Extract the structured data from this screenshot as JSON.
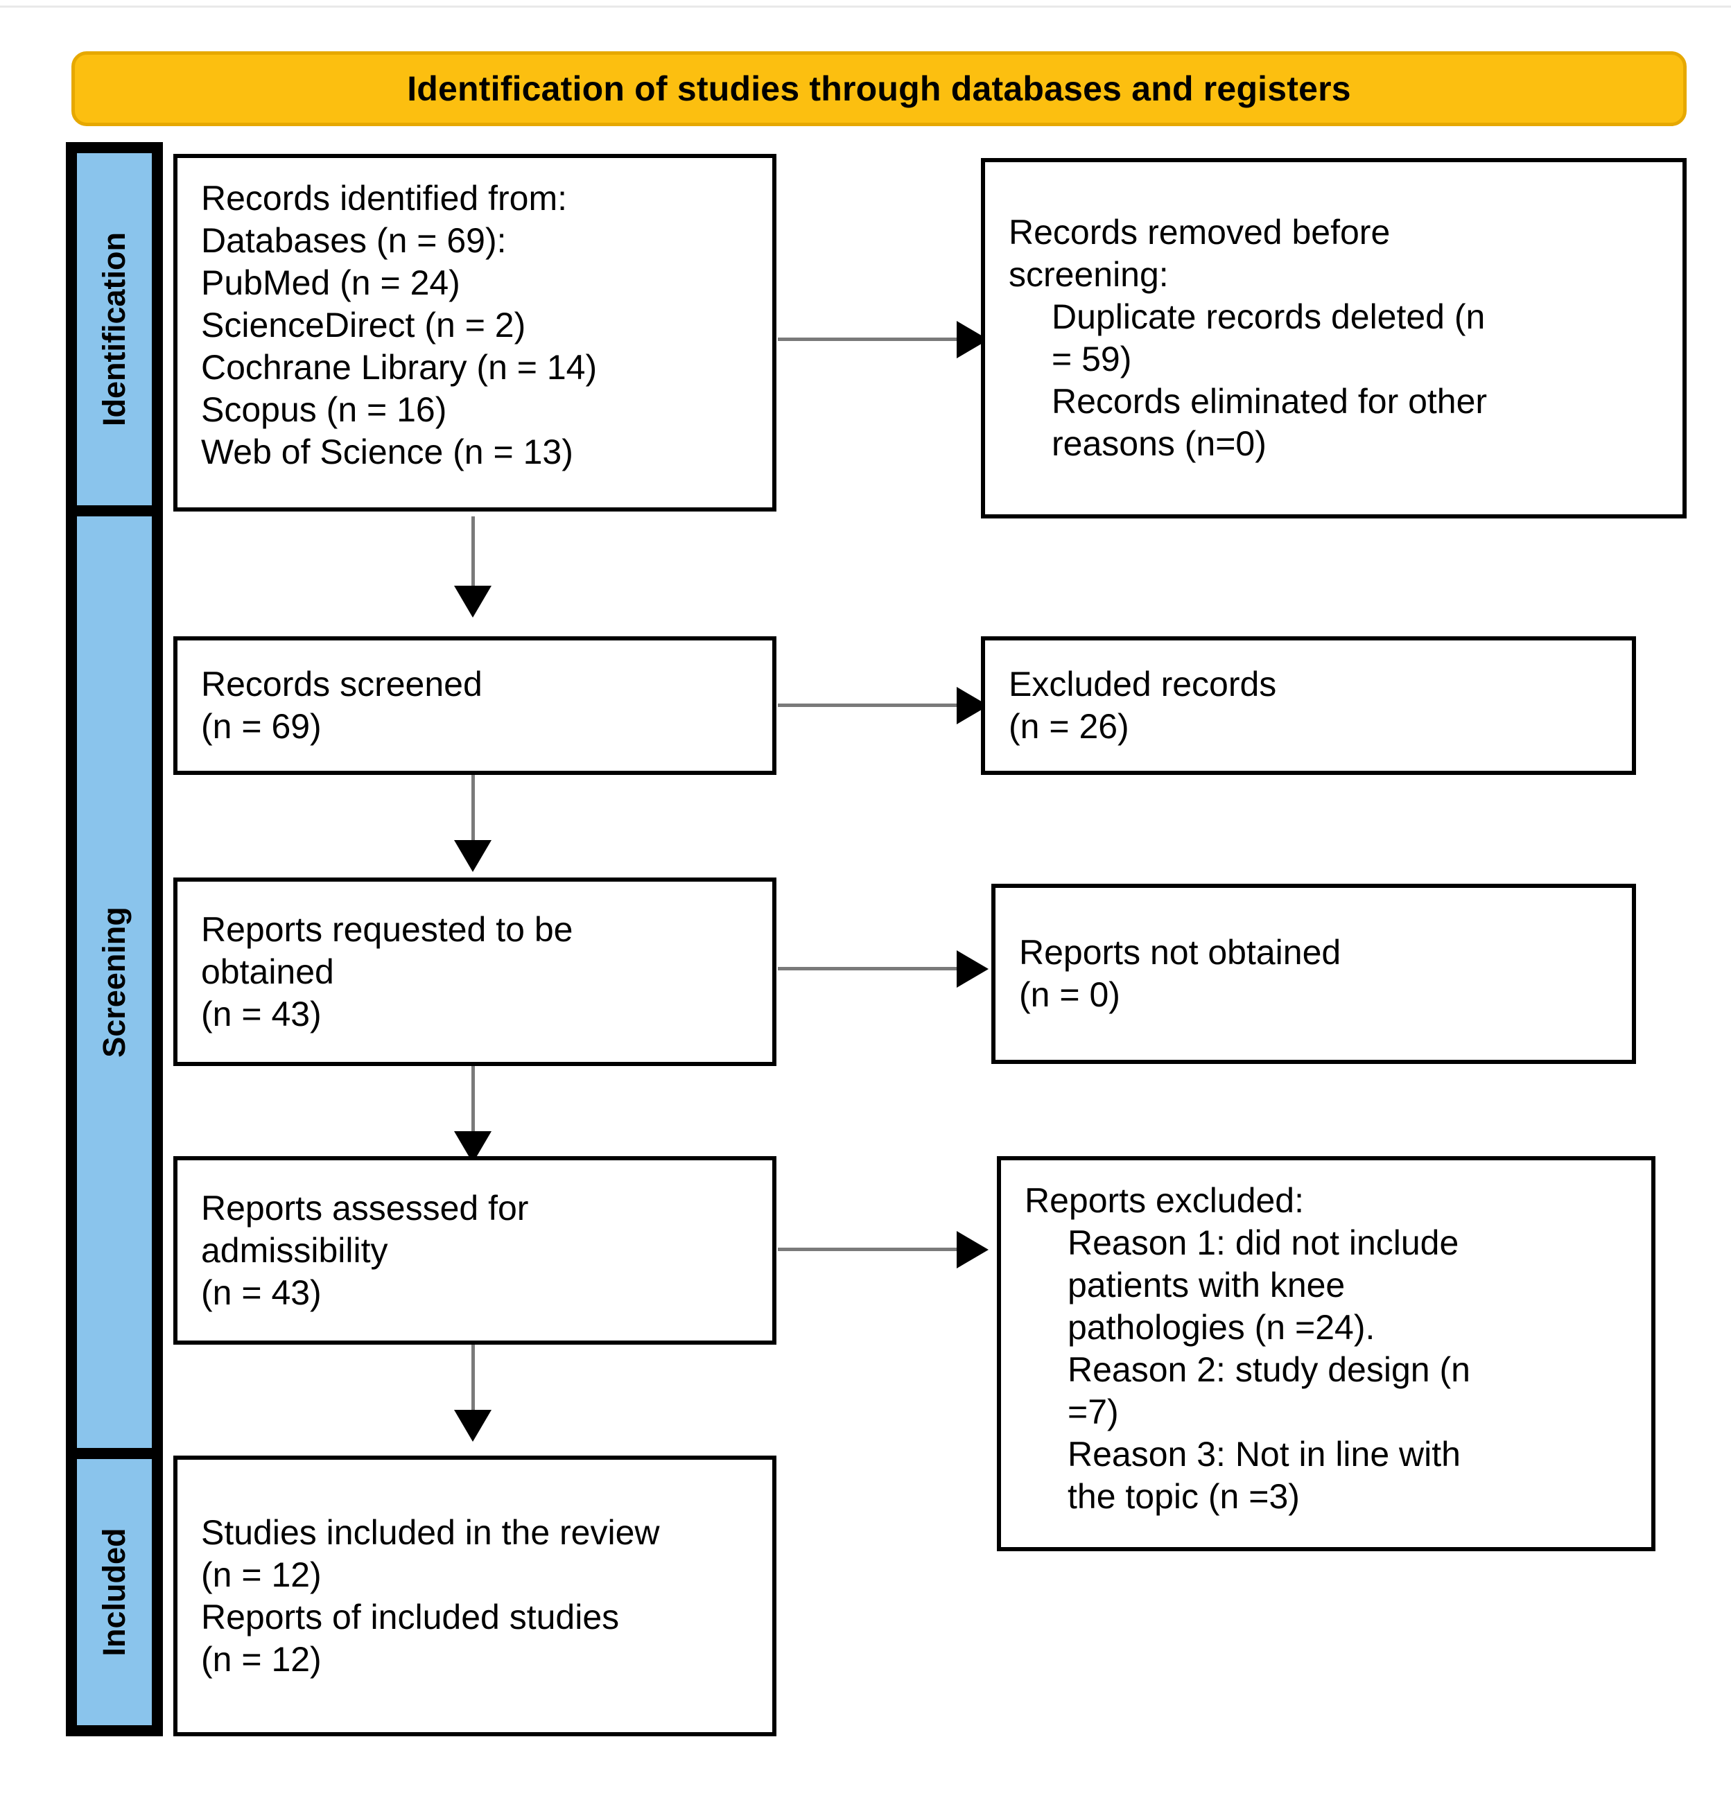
{
  "header": {
    "title": "Identification of studies through databases and registers"
  },
  "phases": [
    {
      "name": "identification",
      "label": "Identification"
    },
    {
      "name": "screening",
      "label": "Screening"
    },
    {
      "name": "included",
      "label": "Included"
    }
  ],
  "boxes": {
    "records_identified": {
      "name": "records-identified-box",
      "lines": [
        {
          "text": "Records identified from:",
          "indent": false
        },
        {
          "text": "Databases (n = 69):",
          "indent": false
        },
        {
          "text": "PubMed (n = 24)",
          "indent": false
        },
        {
          "text": "ScienceDirect (n = 2)",
          "indent": false
        },
        {
          "text": "Cochrane Library (n = 14)",
          "indent": false
        },
        {
          "text": "Scopus (n = 16)",
          "indent": false
        },
        {
          "text": "Web of Science (n = 13)",
          "indent": false
        }
      ]
    },
    "records_removed": {
      "name": "records-removed-box",
      "lines": [
        {
          "text": "Records removed before",
          "indent": false
        },
        {
          "text": "screening:",
          "indent": false
        },
        {
          "text": "Duplicate records deleted (n",
          "indent": true
        },
        {
          "text": "= 59)",
          "indent": true
        },
        {
          "text": "Records eliminated for other",
          "indent": true
        },
        {
          "text": "reasons (n=0)",
          "indent": true
        }
      ]
    },
    "records_screened": {
      "name": "records-screened-box",
      "lines": [
        {
          "text": "Records screened",
          "indent": false
        },
        {
          "text": "(n = 69)",
          "indent": false
        }
      ]
    },
    "excluded_records": {
      "name": "excluded-records-box",
      "lines": [
        {
          "text": "Excluded records",
          "indent": false
        },
        {
          "text": "(n = 26)",
          "indent": false
        }
      ]
    },
    "reports_requested": {
      "name": "reports-requested-box",
      "lines": [
        {
          "text": "Reports requested to be",
          "indent": false
        },
        {
          "text": "obtained",
          "indent": false
        },
        {
          "text": "(n = 43)",
          "indent": false
        }
      ]
    },
    "reports_not_obtained": {
      "name": "reports-not-obtained-box",
      "lines": [
        {
          "text": "Reports not obtained",
          "indent": false
        },
        {
          "text": "(n = 0)",
          "indent": false
        }
      ]
    },
    "reports_assessed": {
      "name": "reports-assessed-box",
      "lines": [
        {
          "text": "Reports assessed for",
          "indent": false
        },
        {
          "text": "admissibility",
          "indent": false
        },
        {
          "text": "(n = 43)",
          "indent": false
        }
      ]
    },
    "reports_excluded": {
      "name": "reports-excluded-box",
      "lines": [
        {
          "text": "Reports excluded:",
          "indent": false
        },
        {
          "text": "Reason 1: did not include",
          "indent": true
        },
        {
          "text": "patients with knee",
          "indent": true
        },
        {
          "text": "pathologies (n =24).",
          "indent": true
        },
        {
          "text": "Reason 2: study design (n",
          "indent": true
        },
        {
          "text": "=7)",
          "indent": true
        },
        {
          "text": "Reason 3: Not in line with",
          "indent": true
        },
        {
          "text": "the topic (n =3)",
          "indent": true
        }
      ]
    },
    "studies_included": {
      "name": "studies-included-box",
      "lines": [
        {
          "text": "Studies included in the review",
          "indent": false
        },
        {
          "text": "(n = 12)",
          "indent": false
        },
        {
          "text": "Reports of included studies",
          "indent": false
        },
        {
          "text": "(n = 12)",
          "indent": false
        }
      ]
    }
  },
  "colors": {
    "banner_fill": "#FCBF10",
    "banner_border": "#E6A800",
    "phase_band": "#8AC4EC",
    "box_border": "#000000",
    "connector_stem": "#7A7A7A",
    "connector_head": "#000000"
  }
}
